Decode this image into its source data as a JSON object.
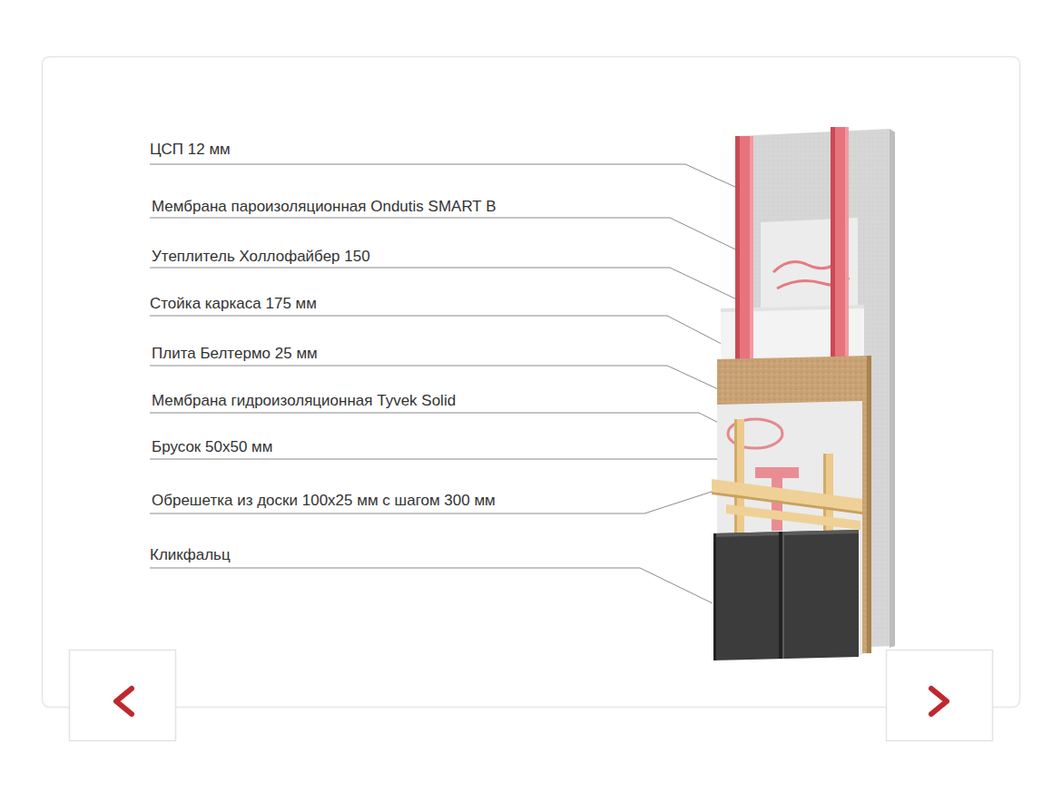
{
  "diagram": {
    "labels": [
      "ЦСП 12 мм",
      "Мембрана пароизоляционная Ondutis SMART B",
      "Утеплитель Холлофайбер 150",
      "Стойка каркаса 175 мм",
      "Плита Белтермо 25 мм",
      "Мембрана гидроизоляционная Tyvek Solid",
      "Брусок 50х50 мм",
      "Обрешетка из доски 100х25 мм с шагом 300 мм",
      "Кликфальц"
    ]
  }
}
